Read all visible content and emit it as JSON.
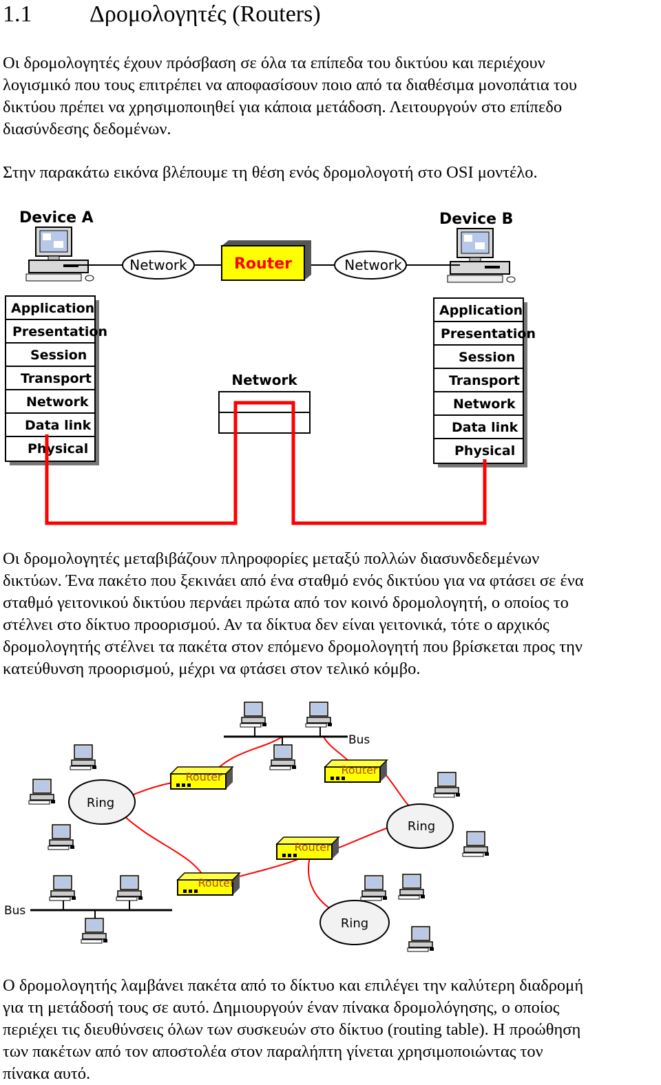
{
  "heading": {
    "number": "1.1",
    "title": "Δρομολογητές (Routers)"
  },
  "intro": [
    "Οι δρομολογητές έχουν πρόσβαση σε όλα τα επίπεδα του δικτύου και περιέχουν",
    "λογισμικό που τους επιτρέπει να αποφασίσουν ποιο από τα διαθέσιμα μονοπάτια του",
    "δικτύου πρέπει να χρησιμοποιηθεί για κάποια μετάδοση. Λειτουργούν στο επίπεδο",
    "διασύνδεσης δεδομένων."
  ],
  "figure_intro": "Στην παρακάτω εικόνα βλέπουμε τη θέση ενός δρομολογοτή στο OSI μοντέλο.",
  "osi_figure": {
    "device_a": "Device A",
    "device_b": "Device B",
    "network_left": "Network",
    "network_right": "Network",
    "router": "Router",
    "router_layer": "Network",
    "layers": [
      "Application",
      "Presentation",
      "Session",
      "Transport",
      "Network",
      "Data link",
      "Physical"
    ]
  },
  "paragraph2": [
    "Οι δρομολογητές μεταβιβάζουν πληροφορίες μεταξύ πολλών διασυνδεδεμένων",
    "δικτύων. Ένα πακέτο που ξεκινάει από ένα σταθμό ενός δικτύου για να φτάσει σε ένα",
    "σταθμό γειτονικού δικτύου περνάει πρώτα από τον κοινό δρομολογητή, ο οποίος το",
    "στέλνει στο δίκτυο προορισμού. Αν τα δίκτυα δεν είναι γειτονικά, τότε ο αρχικός",
    "δρομολογητής στέλνει τα πακέτα στον επόμενο δρομολογητή που βρίσκεται προς την",
    "κατεύθυνση προορισμού, μέχρι να φτάσει στον τελικό κόμβο."
  ],
  "topology_figure": {
    "bus_top": "Bus",
    "bus_left": "Bus",
    "ring_left": "Ring",
    "ring_right": "Ring",
    "ring_bottom": "Ring",
    "routers": [
      "Router",
      "Router",
      "Router",
      "Router"
    ]
  },
  "paragraph3": [
    "Ο δρομολογητής λαμβάνει πακέτα από το δίκτυο και επιλέγει την καλύτερη διαδρομή",
    "για τη μετάδοσή τους σε αυτό. Δημιουργούν έναν πίνακα δρομολόγησης, ο οποίος",
    "περιέχει τις διευθύνσεις όλων των συσκευών στο δίκτυο (routing table). Η προώθηση",
    "των πακέτων από τον αποστολέα στον παραλήπτη γίνεται χρησιμοποιώντας τον",
    "πίνακα αυτό."
  ],
  "colors": {
    "router_fill": "#ffff00",
    "cable": "#ff0000",
    "ring_fill": "#f2f2f2",
    "screen": "#b8c8e8"
  }
}
